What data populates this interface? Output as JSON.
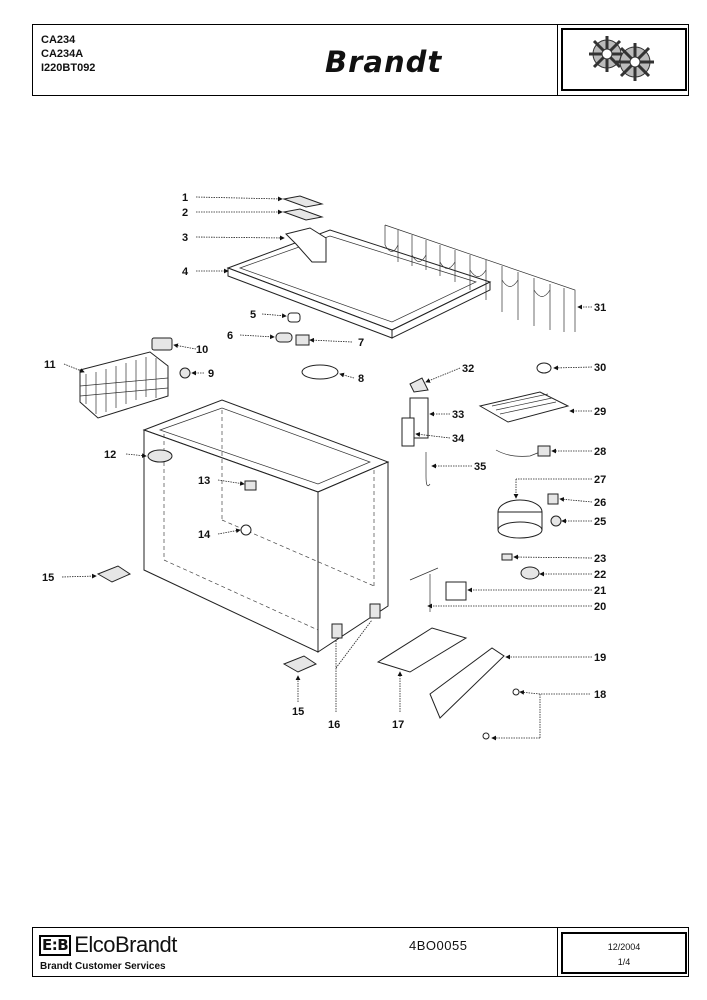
{
  "header": {
    "models": [
      "CA234",
      "CA234A",
      "I220BT092"
    ],
    "brand": "Brandt"
  },
  "footer": {
    "company": "ElcoBrandt",
    "company_mark": "E:B",
    "service": "Brandt Customer Services",
    "doc_ref": "4BO0055",
    "date": "12/2004",
    "page": "1/4"
  },
  "callouts": [
    "1",
    "2",
    "3",
    "4",
    "5",
    "6",
    "7",
    "8",
    "9",
    "10",
    "11",
    "12",
    "13",
    "14",
    "15",
    "15",
    "16",
    "17",
    "18",
    "19",
    "20",
    "21",
    "22",
    "23",
    "25",
    "26",
    "27",
    "28",
    "29",
    "30",
    "31",
    "32",
    "33",
    "34",
    "35"
  ],
  "icons": {
    "header_graphic": "gears-icon",
    "arrow": "arrowhead-icon"
  }
}
